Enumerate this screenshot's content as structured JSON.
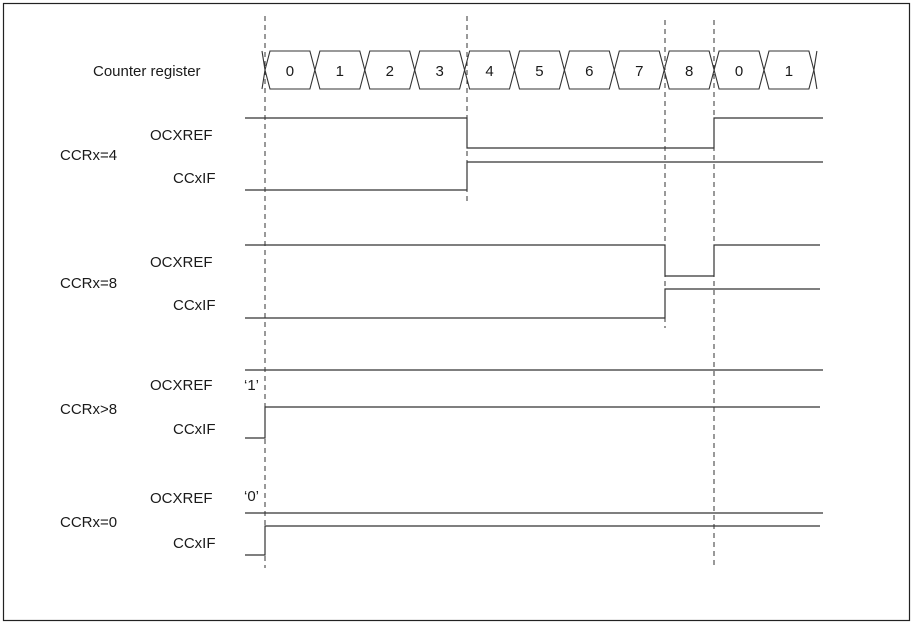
{
  "counter": {
    "label": "Counter register",
    "values": [
      "0",
      "1",
      "2",
      "3",
      "4",
      "5",
      "6",
      "7",
      "8",
      "0",
      "1"
    ]
  },
  "groups": [
    {
      "label": "CCRx=4",
      "ocxref_label": "OCXREF",
      "ccxif_label": "CCxIF"
    },
    {
      "label": "CCRx=8",
      "ocxref_label": "OCXREF",
      "ccxif_label": "CCxIF"
    },
    {
      "label": "CCRx>8",
      "ocxref_label": "OCXREF",
      "ccxif_label": "CCxIF",
      "level_note": "‘1’"
    },
    {
      "label": "CCRx=0",
      "ocxref_label": "OCXREF",
      "ccxif_label": "CCxIF",
      "level_note": "‘0’"
    }
  ],
  "colors": {
    "line": "#333333",
    "border": "#222222",
    "text": "#1a1a1a"
  }
}
